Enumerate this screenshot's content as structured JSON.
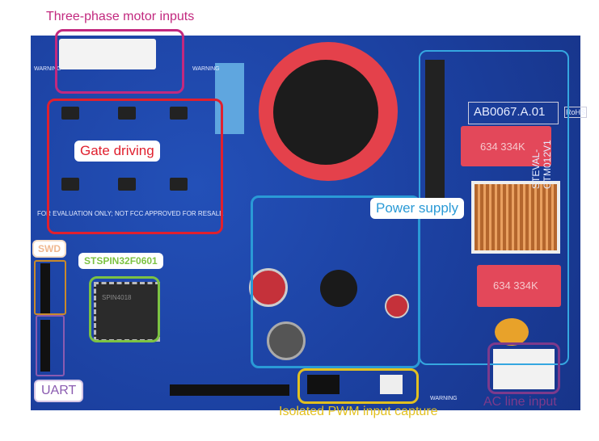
{
  "annotations": {
    "motor_inputs": "Three-phase motor inputs",
    "gate_driving": "Gate driving",
    "power_supply": "Power supply",
    "swd": "SWD",
    "mcu": "STSPIN32F0601",
    "uart": "UART",
    "pwm_capture": "Isolated PWM input capture",
    "ac_input": "AC line input"
  },
  "board_text": {
    "board_code": "AB0067.A.01",
    "board_name": "STEVAL-CTM012V1",
    "cap_top": "634 334K",
    "cap_bottom": "634 334K",
    "disclaimer": "FOR EVALUATION ONLY; NOT FCC APPROVED FOR RESALE",
    "warning": "WARNING",
    "rohs": "RoHS",
    "chip_marking": "SPIN4018"
  },
  "colors": {
    "motor": "#c2297f",
    "gate": "#e0202e",
    "power": "#2a9ad6",
    "swd": "#f0c9a8",
    "mcu": "#7cc243",
    "uart": "#8a5bb0",
    "pwm": "#e2c020",
    "ac": "#7d3a8c"
  }
}
